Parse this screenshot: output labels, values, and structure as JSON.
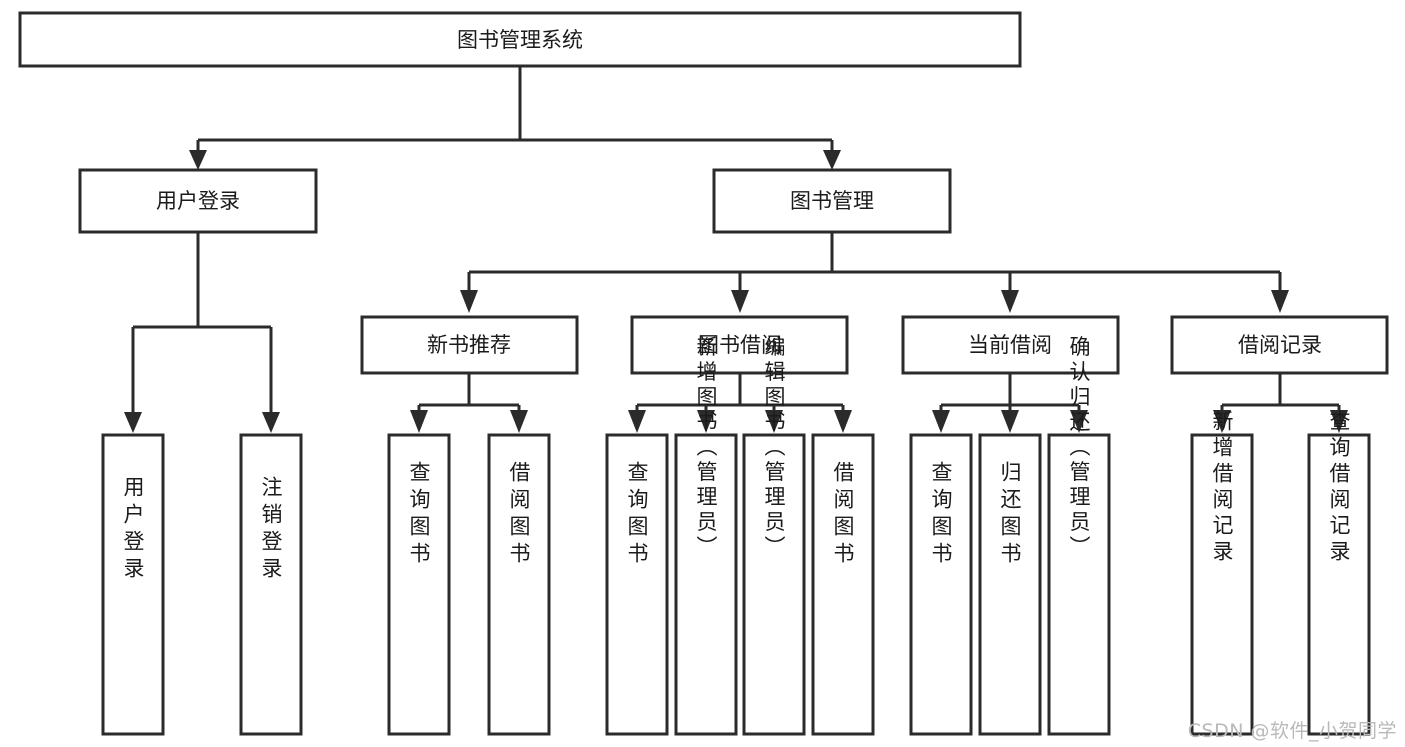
{
  "diagram": {
    "type": "tree",
    "title": "图书管理系统",
    "orientation": "top-down",
    "levels": 4,
    "colors": {
      "box_fill": "#ffffff",
      "box_stroke": "#2b2b2b",
      "text": "#1b1b1b",
      "connector": "#2b2b2b",
      "watermark": "#b9b9b9",
      "background": "#ffffff"
    },
    "root": {
      "label": "图书管理系统"
    },
    "level2": [
      {
        "label": "用户登录"
      },
      {
        "label": "图书管理"
      }
    ],
    "level3": [
      {
        "label": "新书推荐"
      },
      {
        "label": "图书借阅"
      },
      {
        "label": "当前借阅"
      },
      {
        "label": "借阅记录"
      }
    ],
    "leaves_user_login": [
      {
        "label": "用户登录"
      },
      {
        "label": "注销登录"
      }
    ],
    "leaves_new_book": [
      {
        "label": "查询图书"
      },
      {
        "label": "借阅图书"
      }
    ],
    "leaves_borrow": [
      {
        "label": "查询图书"
      },
      {
        "label": "新增图书（管理员）"
      },
      {
        "label": "编辑图书（管理员）"
      },
      {
        "label": "借阅图书"
      }
    ],
    "leaves_current": [
      {
        "label": "查询图书"
      },
      {
        "label": "归还图书"
      },
      {
        "label": "确认归还（管理员）"
      }
    ],
    "leaves_records": [
      {
        "label": "新增借阅记录"
      },
      {
        "label": "查询借阅记录"
      }
    ]
  },
  "watermark": {
    "text": "CSDN @软件_小贺同学"
  }
}
